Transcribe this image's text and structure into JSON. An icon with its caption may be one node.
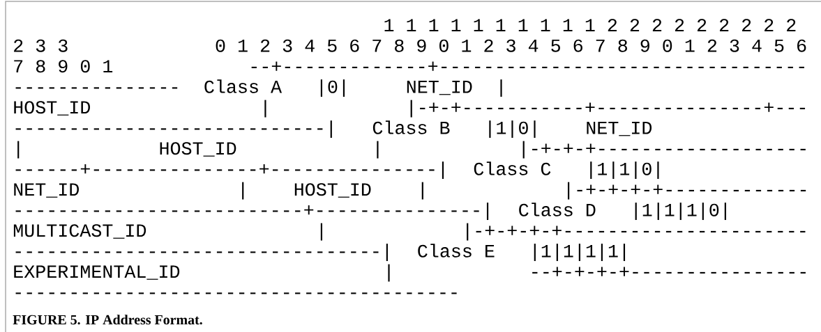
{
  "diagram": {
    "caption": "FIGURE 5. IP Address Format.",
    "labels": [
      "1 1 1 1 1 1 1 1 1 1 2 2 2 2 2 2 2 2 2",
      "2 3 3",
      "0 1 2 3 4 5 6 7 8 9 0 1 2 3 4 5 6 7 8 9 0 1 2 3 4 5 6",
      "7 8 9 0 1",
      "--+-------------+---------------------------------",
      "---------------",
      "Class A",
      "|0|",
      "NET_ID",
      "|",
      "HOST_ID",
      "|",
      "|-+-+-----------+---------------+---",
      "----------------------------|",
      "Class B",
      "|1|0|",
      "NET_ID",
      "|",
      "HOST_ID",
      "|",
      "|-+-+-+-------------------",
      "------+---------------+---------------|",
      "Class C",
      "|1|1|0|",
      "NET_ID",
      "|",
      "HOST_ID",
      "|",
      "|-+-+-+-+-------------",
      "--------------------------+---------------|",
      "Class D",
      "|1|1|1|0|",
      "MULTICAST_ID",
      "|",
      "|-+-+-+-+----------------------",
      "---------------------------------|",
      "Class E",
      "|1|1|1|1|",
      "EXPERIMENTAL_ID",
      "|",
      "--+-+-+-+----------------",
      "----------------------------------------"
    ]
  }
}
